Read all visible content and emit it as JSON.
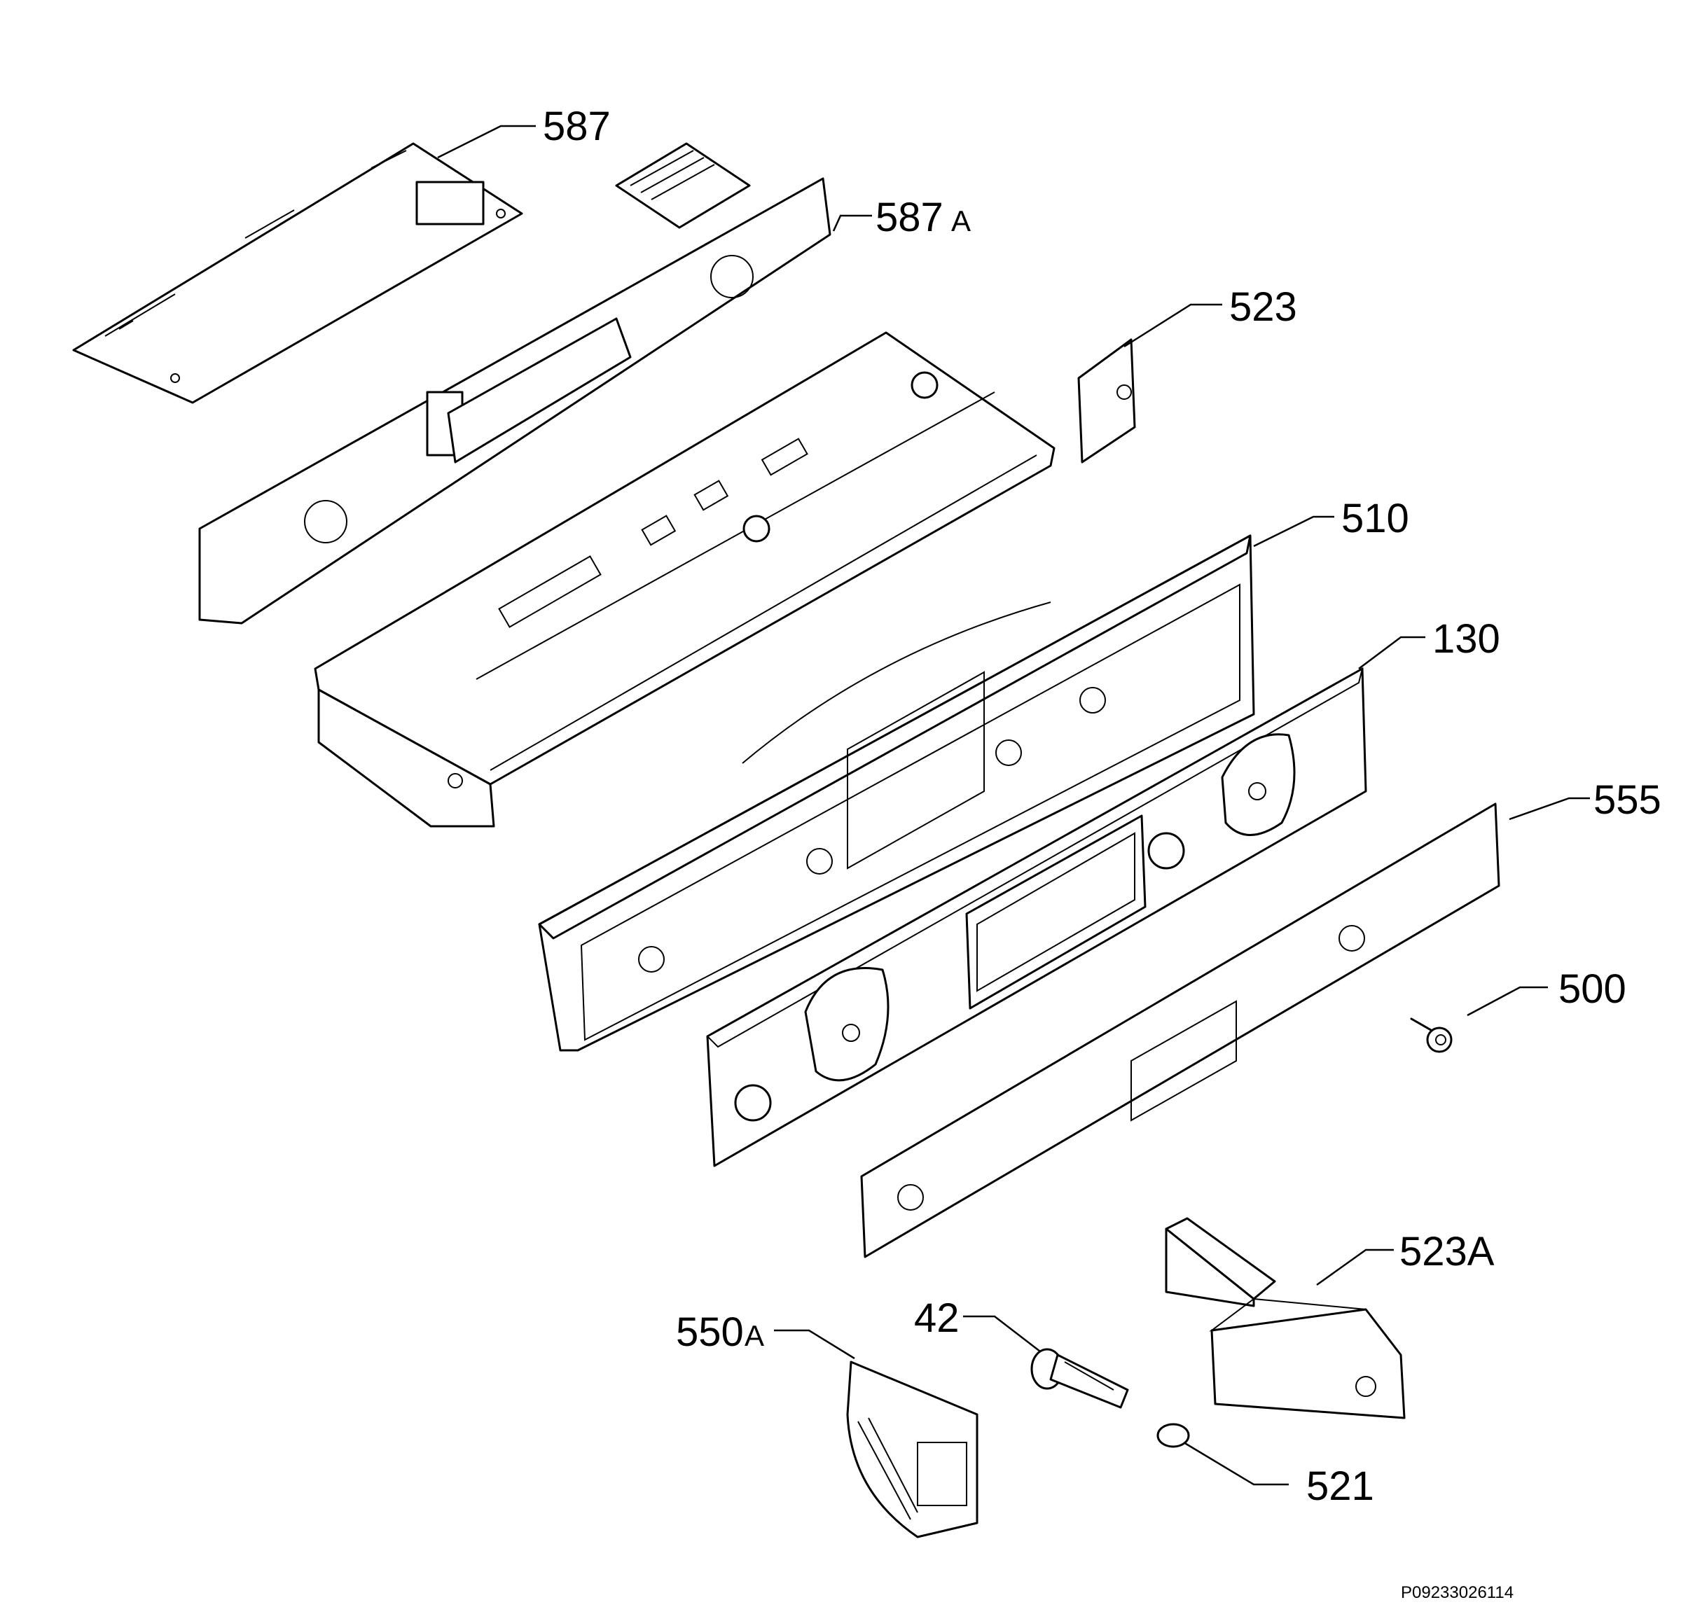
{
  "diagram": {
    "document_code": "P09233026114",
    "callouts": [
      {
        "id": "587",
        "number": "587",
        "suffix": ""
      },
      {
        "id": "587A",
        "number": "587",
        "suffix": "A"
      },
      {
        "id": "523",
        "number": "523",
        "suffix": ""
      },
      {
        "id": "510",
        "number": "510",
        "suffix": ""
      },
      {
        "id": "130",
        "number": "130",
        "suffix": ""
      },
      {
        "id": "555",
        "number": "555",
        "suffix": ""
      },
      {
        "id": "500",
        "number": "500",
        "suffix": ""
      },
      {
        "id": "523A",
        "number": "523A",
        "suffix": ""
      },
      {
        "id": "550A",
        "number": "550",
        "suffix": "A"
      },
      {
        "id": "42",
        "number": "42",
        "suffix": ""
      },
      {
        "id": "521",
        "number": "521",
        "suffix": ""
      }
    ]
  }
}
